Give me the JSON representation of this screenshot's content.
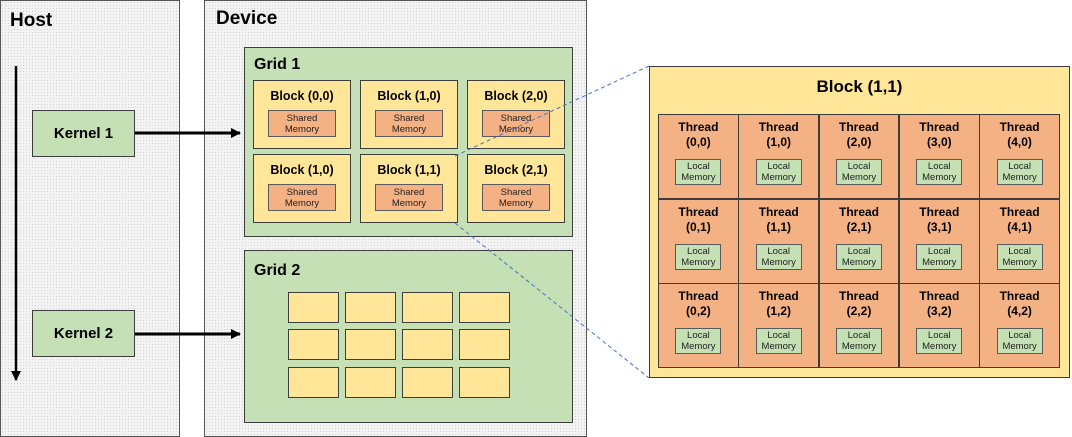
{
  "host": {
    "title": "Host"
  },
  "device": {
    "title": "Device"
  },
  "kernels": [
    "Kernel 1",
    "Kernel 2"
  ],
  "grid1": {
    "title": "Grid 1",
    "blocks": [
      "Block (0,0)",
      "Block (1,0)",
      "Block (2,0)",
      "Block (1,0)",
      "Block (1,1)",
      "Block (2,1)"
    ],
    "shared_line1": "Shared",
    "shared_line2": "Memory"
  },
  "grid2": {
    "title": "Grid 2",
    "rows": 3,
    "cols": 4
  },
  "zoom": {
    "title": "Block (1,1)",
    "thread_word": "Thread",
    "local_line1": "Local",
    "local_line2": "Memory",
    "thread_ids": [
      "(0,0)",
      "(1,0)",
      "(2,0)",
      "(3,0)",
      "(4,0)",
      "(0,1)",
      "(1,1)",
      "(2,1)",
      "(3,1)",
      "(4,1)",
      "(0,2)",
      "(1,2)",
      "(2,2)",
      "(3,2)",
      "(4,2)"
    ]
  },
  "colors": {
    "green": "#c5e0b4",
    "yellow": "#ffe699",
    "orange": "#f4b183",
    "connector": "#4472c4"
  }
}
